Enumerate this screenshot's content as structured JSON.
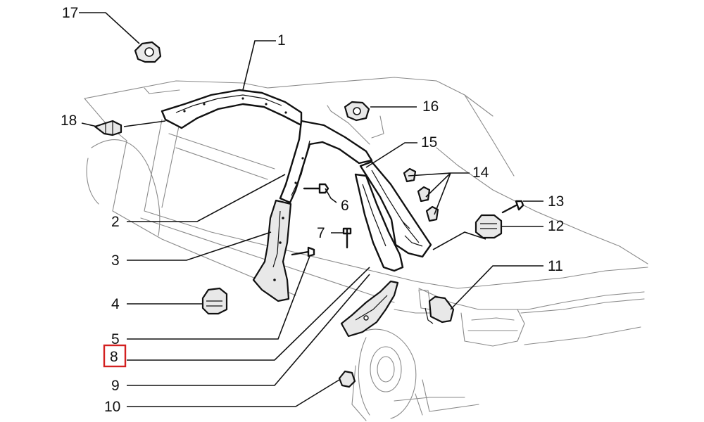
{
  "callouts": [
    {
      "id": "1",
      "label": "1"
    },
    {
      "id": "2",
      "label": "2"
    },
    {
      "id": "3",
      "label": "3"
    },
    {
      "id": "4",
      "label": "4"
    },
    {
      "id": "5",
      "label": "5"
    },
    {
      "id": "6",
      "label": "6"
    },
    {
      "id": "7",
      "label": "7"
    },
    {
      "id": "8",
      "label": "8",
      "highlighted": true
    },
    {
      "id": "9",
      "label": "9"
    },
    {
      "id": "10",
      "label": "10"
    },
    {
      "id": "11",
      "label": "11"
    },
    {
      "id": "12",
      "label": "12"
    },
    {
      "id": "13",
      "label": "13"
    },
    {
      "id": "14",
      "label": "14"
    },
    {
      "id": "15",
      "label": "15"
    },
    {
      "id": "16",
      "label": "16"
    },
    {
      "id": "17",
      "label": "17"
    },
    {
      "id": "18",
      "label": "18"
    }
  ],
  "colors": {
    "highlight": "#d32020",
    "line": "#111111",
    "car_outline": "#8a8a8a"
  }
}
